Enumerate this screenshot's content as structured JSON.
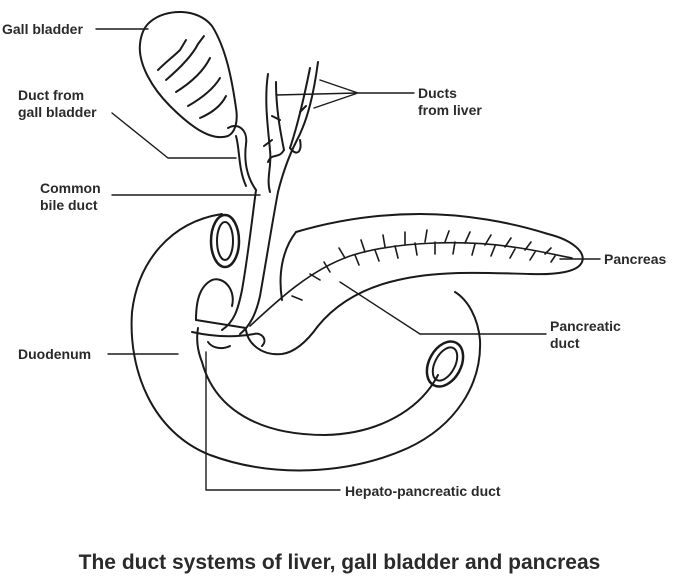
{
  "caption": "The duct systems of liver, gall bladder and pancreas",
  "labels": {
    "gall_bladder": "Gall bladder",
    "duct_from_gall_bladder": [
      "Duct from",
      "gall bladder"
    ],
    "common_bile_duct": [
      "Common",
      "bile duct"
    ],
    "ducts_from_liver": [
      "Ducts",
      "from liver"
    ],
    "pancreas": "Pancreas",
    "pancreatic_duct": [
      "Pancreatic",
      "duct"
    ],
    "duodenum": "Duodenum",
    "hepato_pancreatic_duct": "Hepato-pancreatic duct"
  },
  "colors": {
    "line": "#1a1a1a",
    "text": "#2a2a2a",
    "background": "#ffffff"
  }
}
